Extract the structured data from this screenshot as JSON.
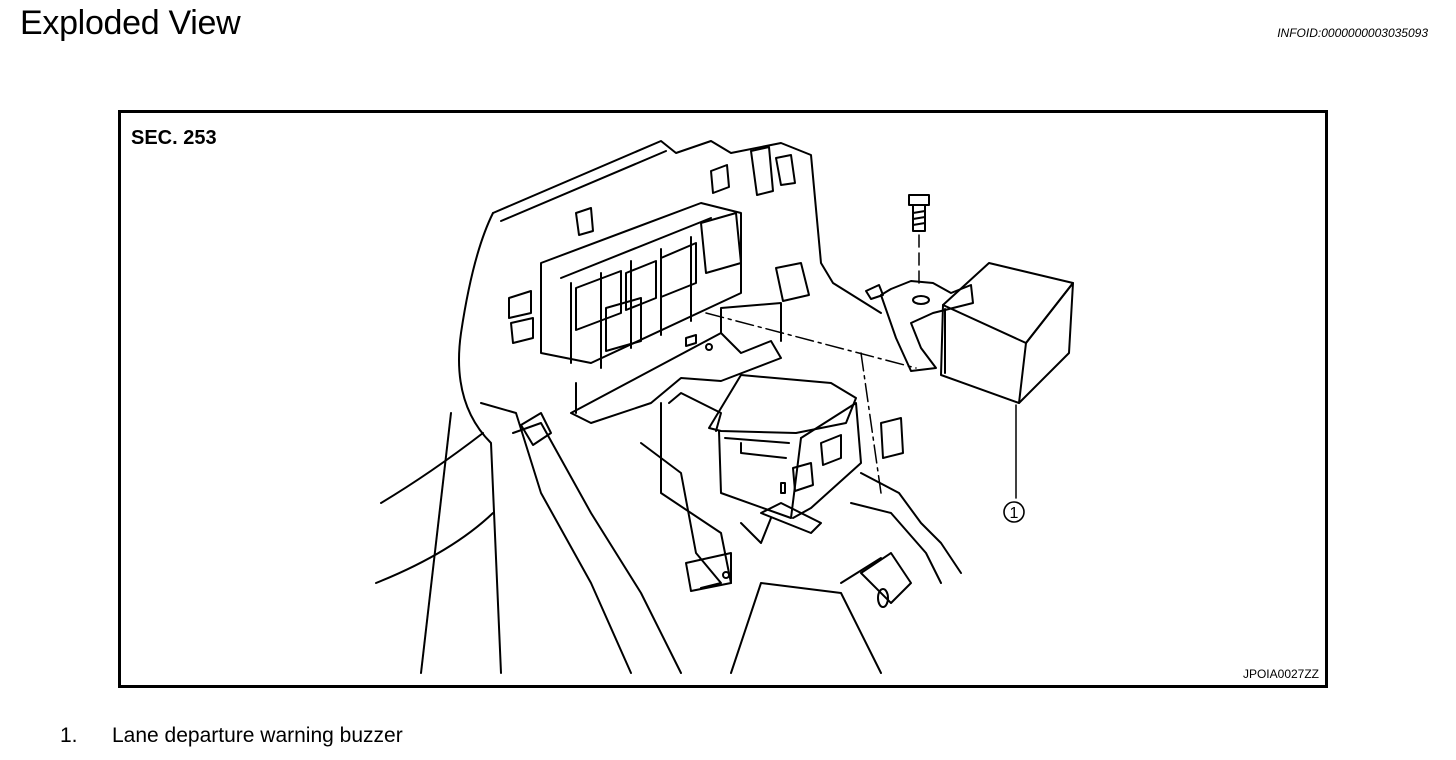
{
  "header": {
    "title": "Exploded View",
    "info_id": "INFOID:0000000003035093"
  },
  "figure": {
    "section_label": "SEC. 253",
    "figure_code": "JPOIA0027ZZ",
    "callouts": [
      {
        "number": "1"
      }
    ]
  },
  "legend": {
    "items": [
      {
        "number": "1.",
        "label": "Lane departure warning buzzer"
      }
    ]
  }
}
